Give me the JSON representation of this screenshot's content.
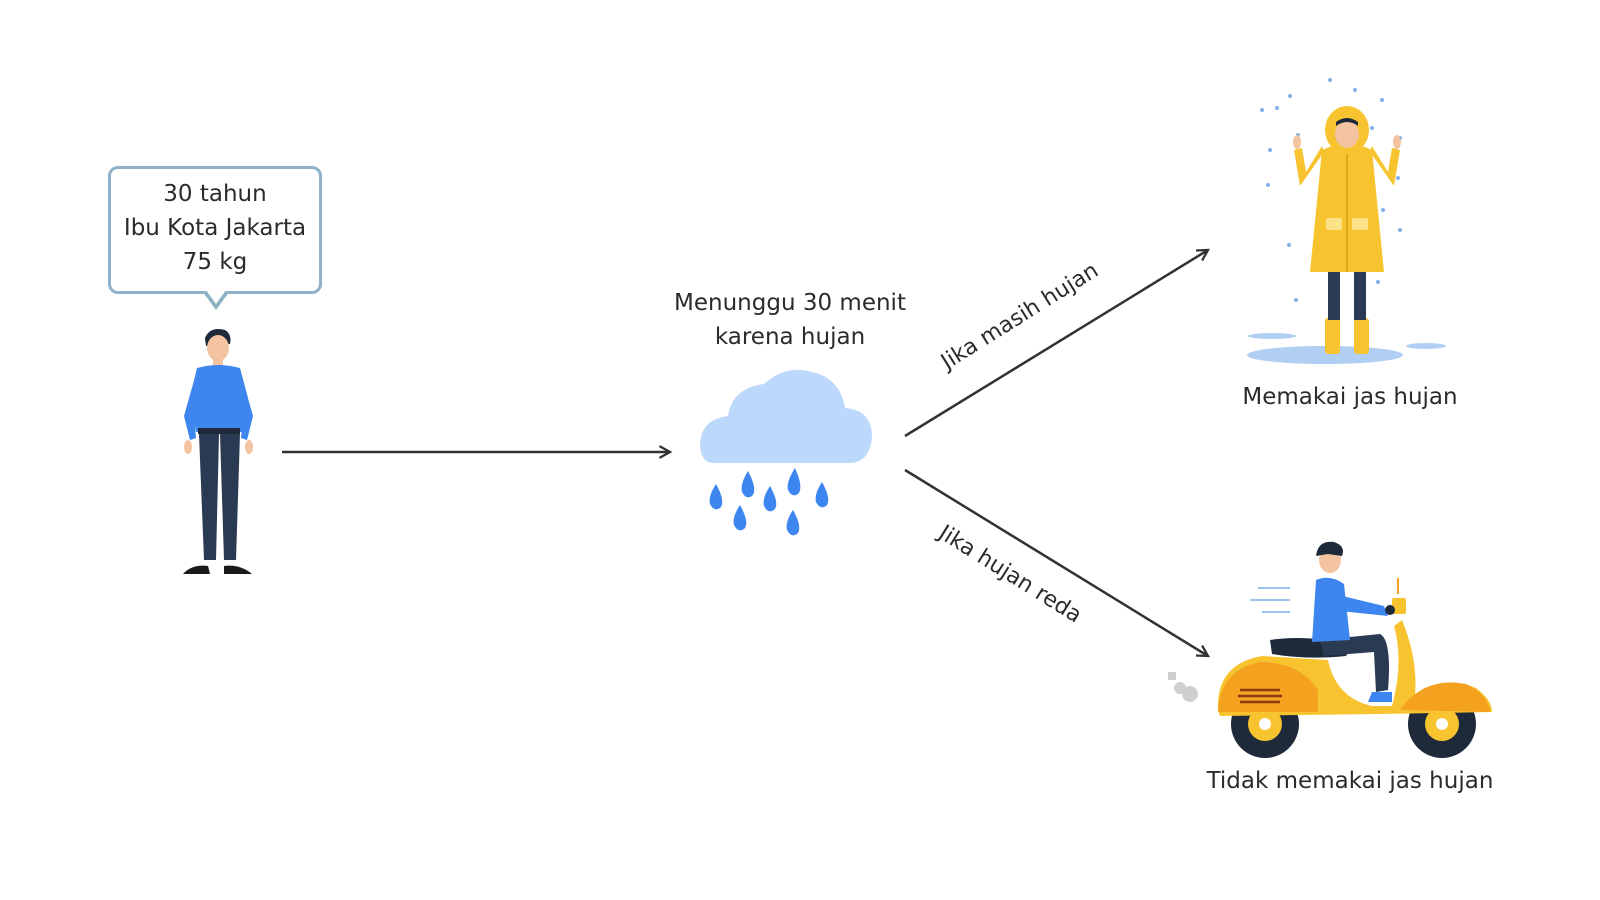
{
  "person": {
    "info_line1": "30 tahun",
    "info_line2": "Ibu Kota Jakarta",
    "info_line3": "75 kg"
  },
  "center": {
    "line1": "Menunggu 30 menit",
    "line2": "karena hujan"
  },
  "branches": {
    "upper_label": "Jika masih hujan",
    "lower_label": "Jika hujan reda"
  },
  "outcomes": {
    "raincoat": "Memakai jas hujan",
    "scooter": "Tidak memakai jas hujan"
  },
  "colors": {
    "shirt_blue": "#3d86f0",
    "pants_navy": "#2a3a52",
    "cloud": "#bcd9fb",
    "raindrop": "#3d86f0",
    "raincoat_yellow": "#f7c430",
    "scooter_orange": "#f4a11f",
    "bubble_border": "#8fb2c8",
    "arrow": "#333333"
  }
}
